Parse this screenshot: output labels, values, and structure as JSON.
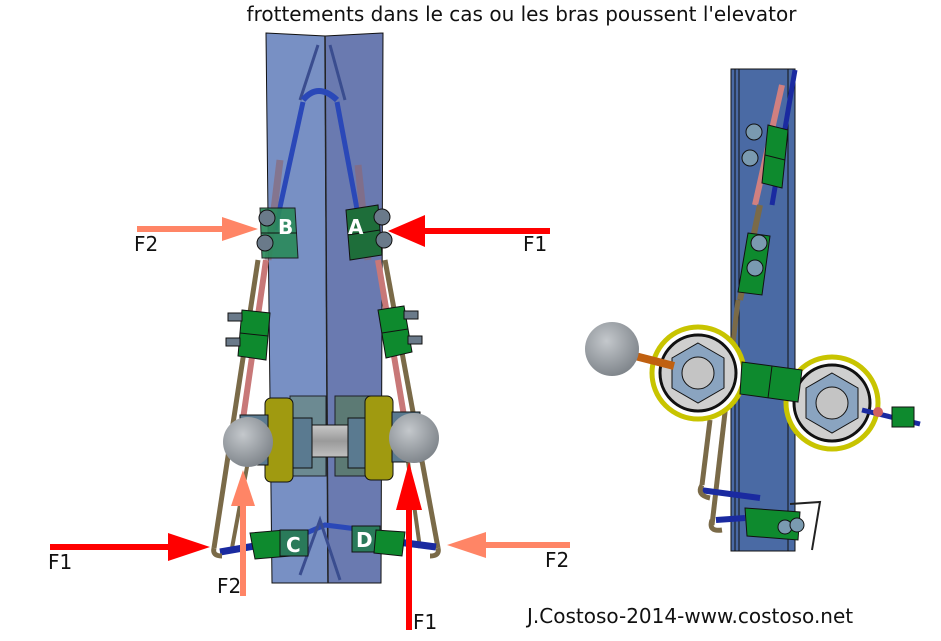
{
  "title": "frottements dans le cas ou les bras poussent l'elevator",
  "credit": "J.Costoso-2014-www.costoso.net",
  "forces": {
    "f1_top_right": "F1",
    "f2_top_left": "F2",
    "f1_bottom_left": "F1",
    "f2_bottom_left_up": "F2",
    "f1_bottom_right_up": "F1",
    "f2_bottom_right": "F2"
  },
  "points": {
    "a": "A",
    "b": "B",
    "c": "C",
    "d": "D"
  },
  "colors": {
    "f1": "#ff0000",
    "f2": "#ff8566",
    "elevator": "#5a78b0",
    "clamp": "#1f8a3a",
    "wheel": "#b8b400",
    "rod": "#7a6a48"
  }
}
